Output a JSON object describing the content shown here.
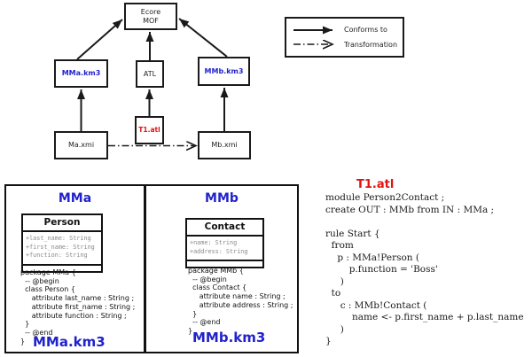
{
  "colors": {
    "blue": "#2222cc",
    "red": "#e01212",
    "attr_gray": "#8a8a8a",
    "line_black": "#1a1a1a"
  },
  "diagram": {
    "nodes": {
      "ecore_line1": "Ecore",
      "ecore_line2": "MOF",
      "mma_km3": "MMa.km3",
      "atl": "ATL",
      "mmb_km3": "MMb.km3",
      "ma_xmi": "Ma.xmi",
      "t1_atl": "T1.atl",
      "mb_xmi": "Mb.xmi"
    },
    "legend": {
      "conforms": "Conforms to",
      "transformation": "Transformation"
    }
  },
  "panel": {
    "mma": {
      "title": "MMa",
      "class_name": "Person",
      "attributes": [
        "+last_name: String",
        "+first_name: String",
        "+function: String"
      ],
      "code": [
        "package MMa {",
        "  -- @begin",
        "  class Person {",
        "     attribute last_name : String ;",
        "     attribute first_name : String ;",
        "     attribute function : String ;",
        "  }",
        "  -- @end",
        "}"
      ],
      "file_label": "MMa.km3"
    },
    "mmb": {
      "title": "MMb",
      "class_name": "Contact",
      "attributes": [
        "+name: String",
        "+address: String"
      ],
      "code": [
        "package MMb {",
        "  -- @begin",
        "  class Contact {",
        "     attribute name : String ;",
        "     attribute address : String ;",
        "  }",
        "  -- @end",
        "}"
      ],
      "file_label": "MMb.km3"
    }
  },
  "atl_code": {
    "title": "T1.atl",
    "lines": [
      "module Person2Contact ;",
      "create OUT : MMb from IN : MMa ;",
      "",
      "rule Start {",
      "  from",
      "    p : MMa!Person (",
      "        p.function = 'Boss'",
      "     )",
      "  to",
      "     c : MMb!Contact (",
      "         name <- p.first_name + p.last_name",
      "     )",
      "}"
    ]
  }
}
